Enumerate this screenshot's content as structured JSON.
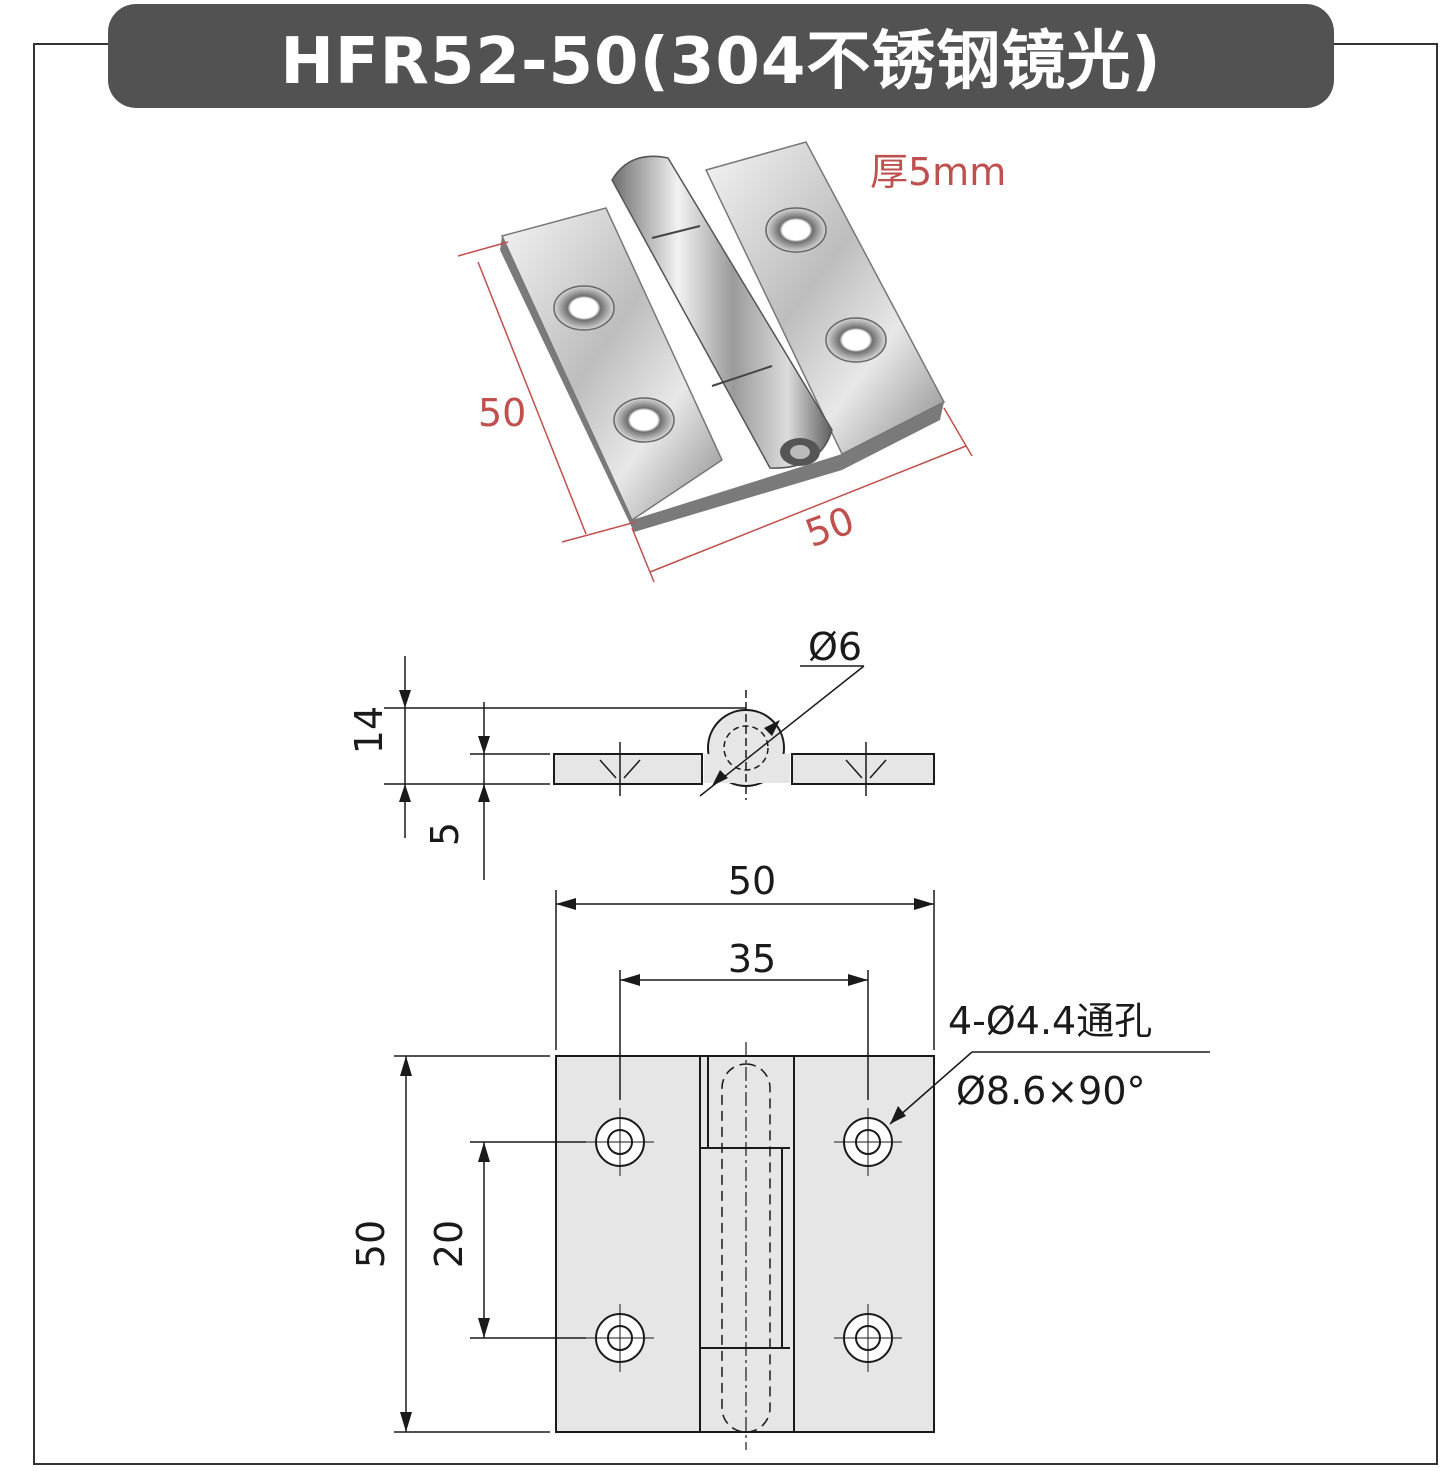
{
  "title": "HFR52-50(304不锈钢镜光)",
  "photo": {
    "thickness_label": "厚5mm",
    "height_label": "50",
    "width_label": "50"
  },
  "side_view": {
    "pin_diameter_label": "Ø6",
    "overall_height_label": "14",
    "leaf_thickness_label": "5"
  },
  "front_view": {
    "width_label": "50",
    "hole_spacing_label": "35",
    "height_label": "50",
    "hole_vertical_spacing_label": "20",
    "hole_callout_line1": "4-Ø4.4通孔",
    "hole_callout_line2": "Ø8.6×90°"
  },
  "colors": {
    "banner_bg": "#525252",
    "dimension_red": "#c0504d",
    "line_black": "#1a1a1a",
    "part_fill": "#e6e6e6"
  }
}
